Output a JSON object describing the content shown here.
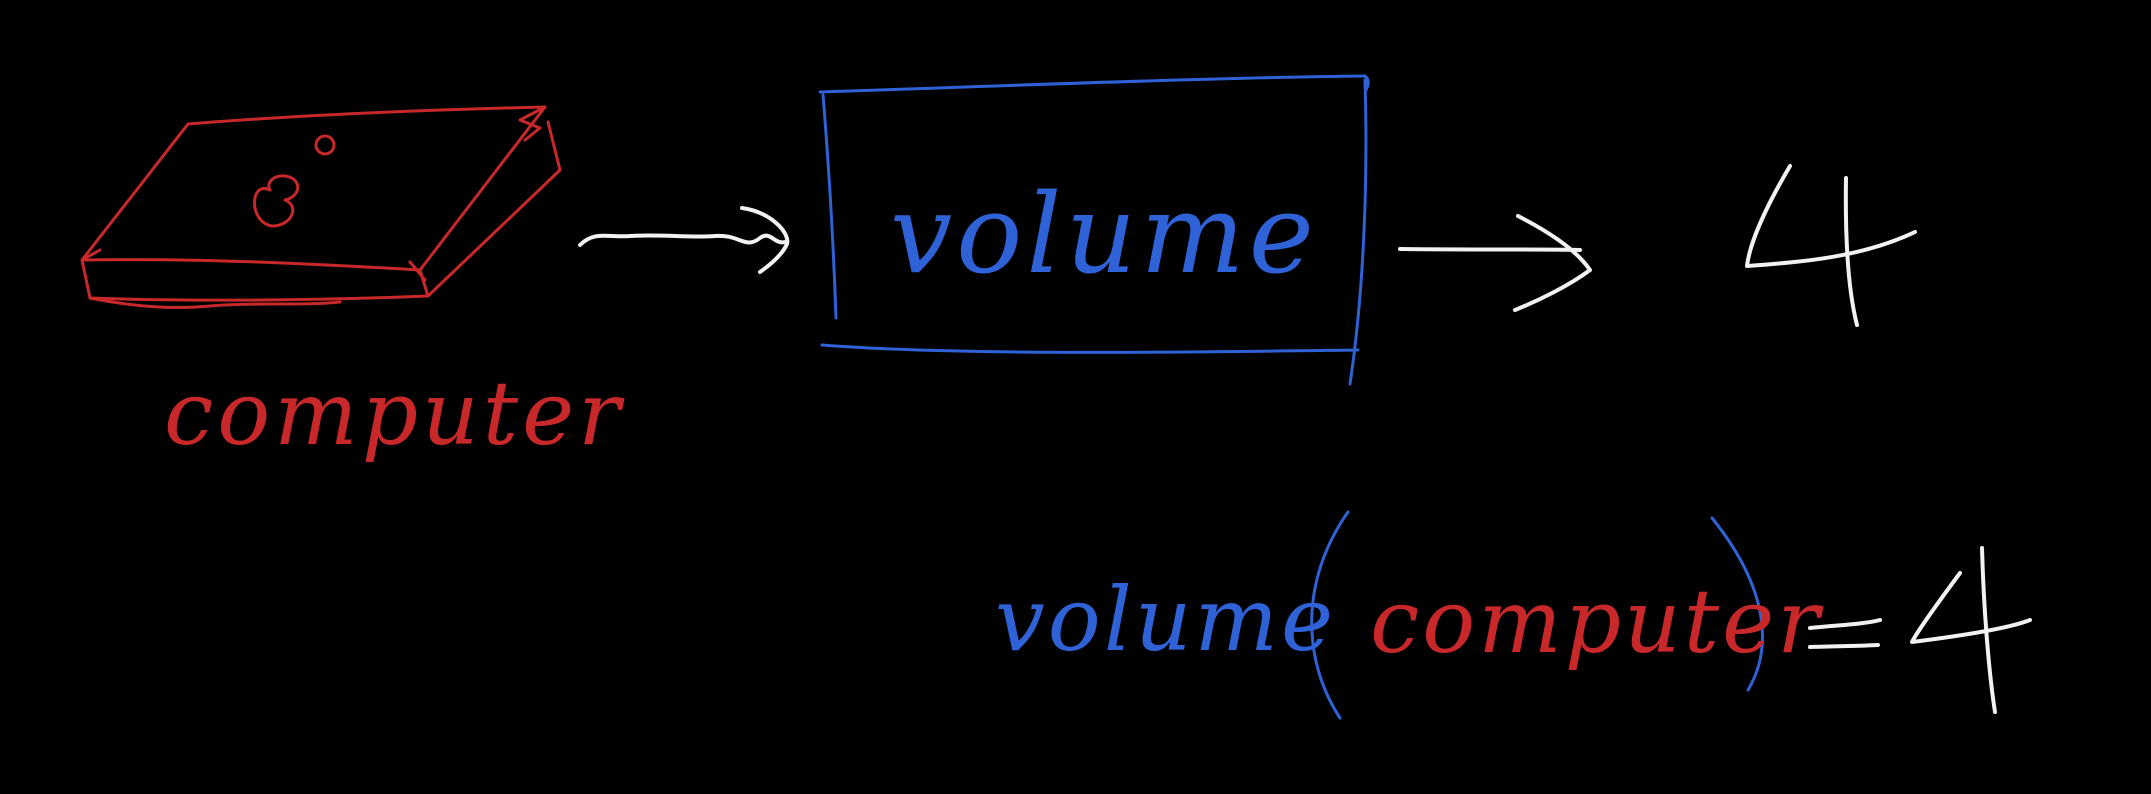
{
  "colors": {
    "background": "#000000",
    "computer": "#c8282a",
    "function": "#2f62d6",
    "output": "#f2f2f2"
  },
  "diagram": {
    "input_label": "computer",
    "function_label": "volume",
    "output_value": "4"
  },
  "equation": {
    "function_name": "volume",
    "open_paren": "(",
    "argument": "computer",
    "close_paren": ")",
    "equals": "=",
    "result": "4"
  },
  "icons": {
    "input_icon": "laptop-icon",
    "arrow_1": "wavy-arrow-icon",
    "arrow_2": "arrow-icon"
  }
}
